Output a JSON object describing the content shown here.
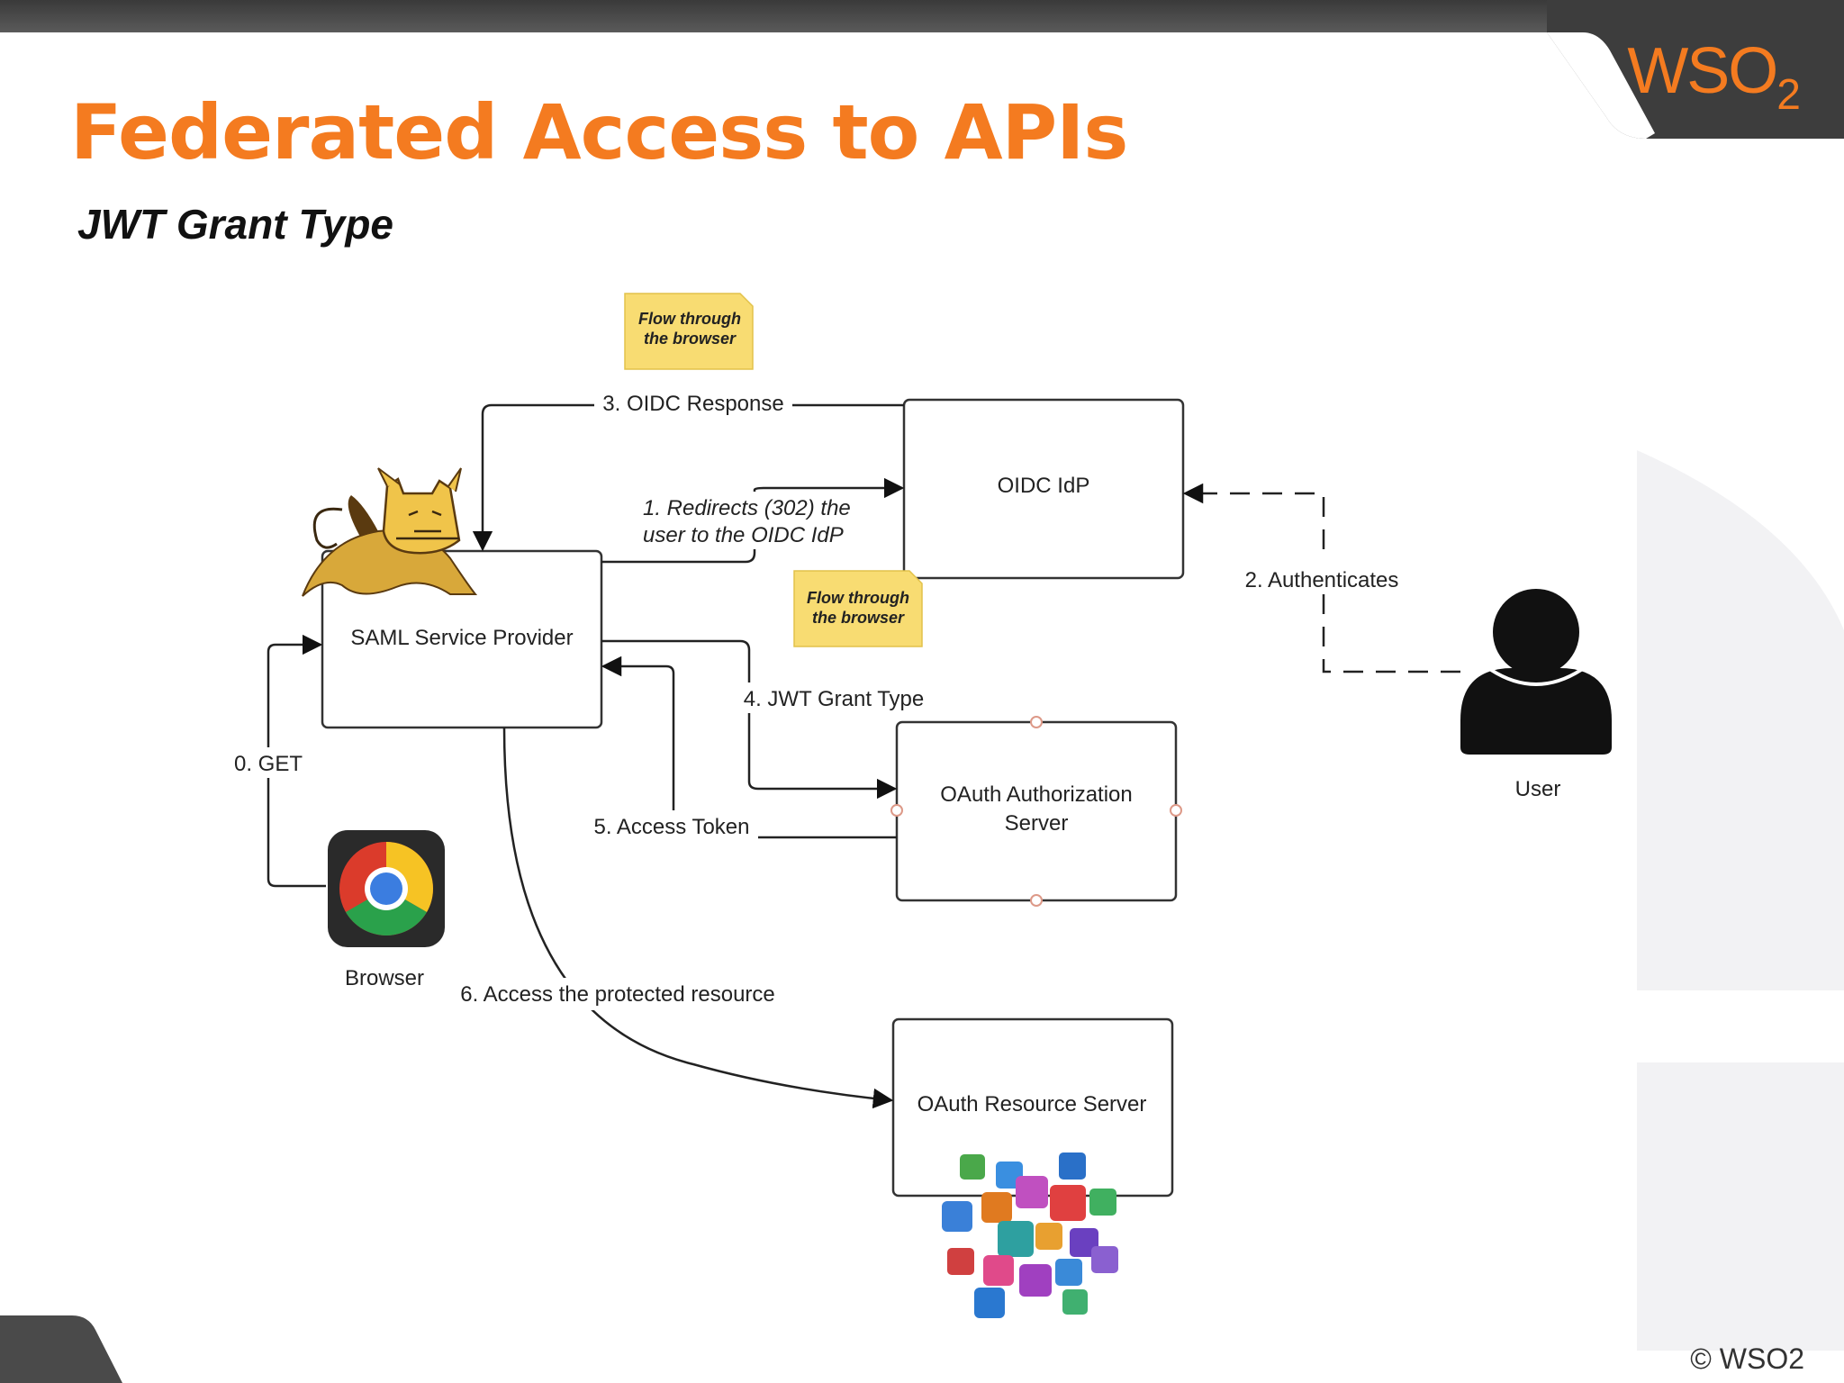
{
  "slide": {
    "title": "Federated Access to APIs",
    "subtitle": "JWT Grant Type",
    "logo": "WSO",
    "logo_sub": "2",
    "copyright": "© WSO2"
  },
  "diagram": {
    "nodes": {
      "saml_sp": "SAML Service Provider",
      "oidc_idp": "OIDC IdP",
      "oauth_as_line1": "OAuth Authorization",
      "oauth_as_line2": "Server",
      "oauth_rs": "OAuth Resource Server",
      "user": "User",
      "browser": "Browser"
    },
    "notes": {
      "note1_line1": "Flow through",
      "note1_line2": "the browser",
      "note2_line1": "Flow through",
      "note2_line2": "the browser"
    },
    "edges": {
      "e0": "0. GET",
      "e1_line1": "1. Redirects (302) the",
      "e1_line2": "user to the OIDC IdP",
      "e2": "2. Authenticates",
      "e3": "3. OIDC Response",
      "e4": "4. JWT Grant Type",
      "e5": "5. Access Token",
      "e6": "6. Access the protected resource"
    },
    "icons": [
      "tomcat-icon",
      "chrome-browser-icon",
      "user-icon",
      "apps-cluster-icon"
    ]
  }
}
